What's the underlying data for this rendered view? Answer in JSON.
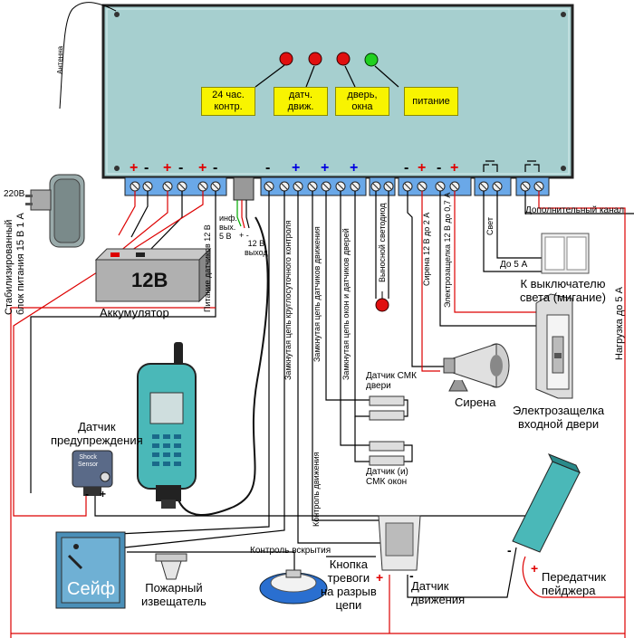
{
  "panel": {
    "indicators": [
      {
        "label": "24 час.\nконтр.",
        "color": "#e01010"
      },
      {
        "label": "датч.\nдвиж.",
        "color": "#e01010"
      },
      {
        "label": "дверь,\nокна",
        "color": "#e01010"
      },
      {
        "label": "питание",
        "color": "#20d020"
      }
    ],
    "antenna_label": "Антенна",
    "terminal_signs": {
      "power_plus": "+",
      "power_minus": "-",
      "battery_plus": "+",
      "battery_minus": "-",
      "sensors_plus": "+",
      "sensors_minus": "-",
      "common_minus": "-",
      "zone1_plus": "+",
      "zone2_plus": "+",
      "zone3_plus": "+",
      "siren_minus": "-",
      "siren_plus": "+",
      "lock_minus": "-",
      "lock_plus": "+"
    }
  },
  "labels": {
    "mains": "220В",
    "psu": "Стабилизированный\nблок питания 15 В 1 А",
    "battery": "12В",
    "battery_caption": "Аккумулятор",
    "sensor_power": "Питание датчиков 12 В",
    "info_output": "инф.\nвых.\n5 В",
    "output_12v": "12 В\nвыход",
    "plus_minus": "+  -",
    "loop_24h": "Замкнутая цепь круглосуточного контроля",
    "loop_motion": "Замкнутая цепь датчиков движения",
    "loop_doors": "Замкнутая цепь окон и датчиков дверей",
    "remote_led": "Выносной светодиод",
    "siren_out": "Сирена 12 В до 2 А",
    "lock_out": "Электрозащелка      12 В до 0,7 А",
    "light": "Свет",
    "up_to_5a": "До 5 А",
    "aux_channel": "Дополнительный канал",
    "load": "Нагрузка до 5 А",
    "switch_caption": "К выключателю\nсвета (мигание)",
    "siren": "Сирена",
    "lock_caption": "Электрозащелка\nвходной двери",
    "smk_door": "Датчик СМК\nдвери",
    "smk_window": "Датчик (и)\nСМК окон",
    "warning_sensor": "Датчик\nпредупреждения",
    "shock_sensor": "Shock\nSensor",
    "motion_control": "Контроль движения",
    "tamper": "Контроль вскрытия",
    "safe": "Сейф",
    "fire": "Пожарный\nизвещатель",
    "panic_button": "Кнопка\nтревоги\nна разрыв\nцепи",
    "motion_sensor": "Датчик\nдвижения",
    "pager": "Передатчик\nпейджера",
    "wire_minus": "-",
    "wire_plus": "+"
  }
}
